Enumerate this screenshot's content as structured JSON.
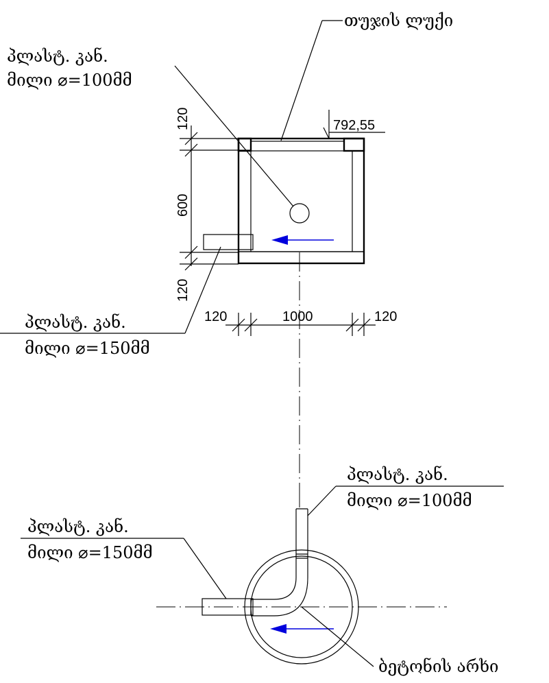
{
  "labels": {
    "well_cover": "თუჯის ლუქი",
    "pipe100_top_l1": "პლასტ. კან.",
    "pipe100_top_l2": "მილი ⌀=100მმ",
    "pipe150_top_l1": "პლასტ. კან.",
    "pipe150_top_l2": "მილი ⌀=150მმ",
    "pipe100_bottom_l1": "პლასტ. კან.",
    "pipe100_bottom_l2": "მილი ⌀=100მმ",
    "pipe150_bottom_l1": "პლასტ. კან.",
    "pipe150_bottom_l2": "მილი ⌀=150მმ",
    "concrete_ring": "ბეტონის არხი"
  },
  "dimensions": {
    "elevation": "792,55",
    "top_wall": "120",
    "height": "600",
    "bottom_wall": "120",
    "left_wall": "120",
    "width": "1000",
    "right_wall": "120"
  },
  "colors": {
    "flow_arrow": "#0000dd"
  }
}
